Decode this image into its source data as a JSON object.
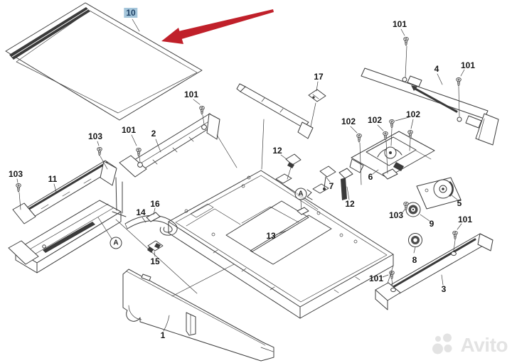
{
  "diagram": {
    "description": "Exploded parts diagram of a printer/scanner base assembly with numbered callouts",
    "highlighted_part_label": "10"
  },
  "callouts": [
    {
      "text": "10",
      "highlighted": true
    },
    {
      "text": "101"
    },
    {
      "text": "2"
    },
    {
      "text": "101"
    },
    {
      "text": "103"
    },
    {
      "text": "103"
    },
    {
      "text": "11"
    },
    {
      "text": "17"
    },
    {
      "text": "101"
    },
    {
      "text": "4"
    },
    {
      "text": "101"
    },
    {
      "text": "102"
    },
    {
      "text": "102"
    },
    {
      "text": "102"
    },
    {
      "text": "12"
    },
    {
      "text": "7"
    },
    {
      "text": "12"
    },
    {
      "text": "6"
    },
    {
      "text": "5"
    },
    {
      "text": "103"
    },
    {
      "text": "9"
    },
    {
      "text": "101"
    },
    {
      "text": "8"
    },
    {
      "text": "101"
    },
    {
      "text": "3"
    },
    {
      "text": "13"
    },
    {
      "text": "14"
    },
    {
      "text": "16"
    },
    {
      "text": "15"
    },
    {
      "text": "1"
    }
  ],
  "markers": [
    {
      "text": "A"
    },
    {
      "text": "A"
    }
  ],
  "watermark": {
    "text": "Avito"
  },
  "colors": {
    "line": "#3c3c3c",
    "arrow": "#c0202a",
    "highlight_bg": "#a5c6db",
    "highlight_text": "#1e4166",
    "watermark": "#e3e3e3"
  }
}
